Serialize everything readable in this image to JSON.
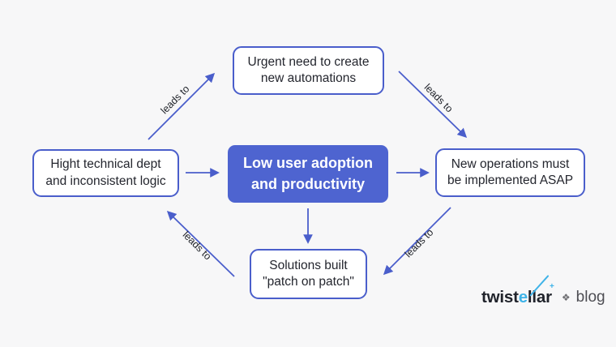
{
  "diagram": {
    "nodes": {
      "center": {
        "label": "Low user adoption and productivity"
      },
      "top": {
        "label": "Urgent need to create new automations"
      },
      "left": {
        "label": "Hight technical dept and inconsistent logic"
      },
      "right": {
        "label": "New operations must be implemented ASAP"
      },
      "bottom": {
        "label": "Solutions built \"patch on patch\""
      }
    },
    "edges": [
      {
        "from": "left",
        "to": "top",
        "label": "leads to"
      },
      {
        "from": "top",
        "to": "right",
        "label": "leads to"
      },
      {
        "from": "right",
        "to": "bottom",
        "label": "leads to"
      },
      {
        "from": "bottom",
        "to": "left",
        "label": "leads to"
      },
      {
        "from": "left",
        "to": "center",
        "label": ""
      },
      {
        "from": "center",
        "to": "right",
        "label": ""
      },
      {
        "from": "center",
        "to": "bottom",
        "label": ""
      }
    ]
  },
  "colors": {
    "background": "#f7f7f8",
    "accent_blue": "#4a5ecb",
    "center_fill": "#4e64d0",
    "text_dark": "#24262e",
    "logo_cyan": "#3fb3e8",
    "logo_dark": "#20232b",
    "logo_gray": "#4e4e54"
  },
  "footer": {
    "brand_prefix": "twist",
    "brand_e": "e",
    "brand_suffix": "llar",
    "blog_label": "blog"
  },
  "icons": {
    "diamond": "❖",
    "sparkle": "+"
  }
}
